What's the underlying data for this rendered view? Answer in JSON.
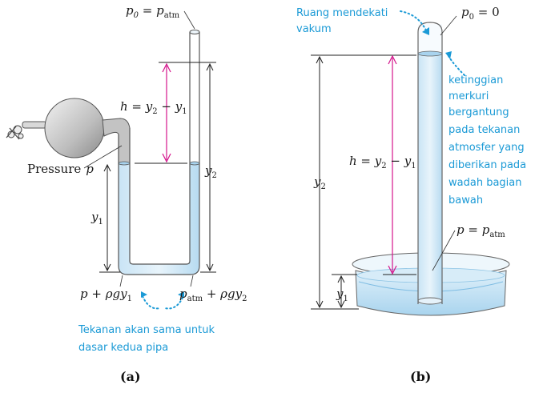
{
  "part_a": {
    "caption": "(a)",
    "label_p0": "p",
    "label_p0_sub": "0",
    "label_p0_eq": " = p",
    "label_p0_sub2": "atm",
    "label_h": "h = y",
    "label_h_sub2": "2",
    "label_h_minus": " − y",
    "label_h_sub1": "1",
    "label_pressure": "Pressure",
    "label_pressure_p": "p",
    "label_y1": "y",
    "label_y1_sub": "1",
    "label_y2": "y",
    "label_y2_sub": "2",
    "label_bottom_left": "p + ρgy",
    "label_bottom_left_sub": "1",
    "label_bottom_right_p": "p",
    "label_bottom_right_sub": "atm",
    "label_bottom_right_rest": " + ρgy",
    "label_bottom_right_sub2": "2",
    "note_line1": "Tekanan akan sama untuk",
    "note_line2": "dasar kedua pipa"
  },
  "part_b": {
    "caption": "(b)",
    "note_vacuum_line1": "Ruang mendekati",
    "note_vacuum_line2": "vakum",
    "label_p0": "p",
    "label_p0_sub": "0",
    "label_p0_eq": " = 0",
    "note_height_lines": [
      "ketinggian",
      "merkuri",
      "bergantung",
      "pada   tekanan",
      "atmosfer  yang",
      "diberikan pada",
      "wadah   bagian",
      "bawah"
    ],
    "label_h": "h = y",
    "label_h_sub2": "2",
    "label_h_minus": " − y",
    "label_h_sub1": "1",
    "label_y2": "y",
    "label_y2_sub": "2",
    "label_y1": "y",
    "label_y1_sub": "1",
    "label_p": "p = p",
    "label_p_sub": "atm"
  }
}
